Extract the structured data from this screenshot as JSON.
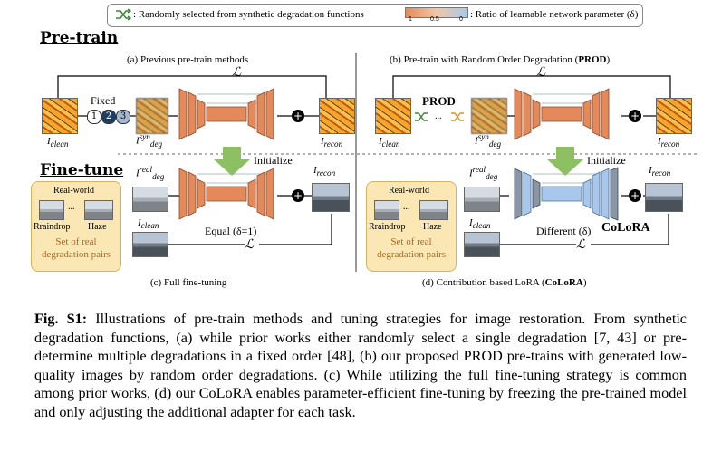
{
  "sections": {
    "pretrain": "Pre-train",
    "finetune": "Fine-tune"
  },
  "legend": {
    "shuffle_text": ": Randomly selected from synthetic degradation functions",
    "bar_text": ": Ratio of learnable network parameter (δ)",
    "ticks": [
      "1",
      "0.5",
      "0"
    ]
  },
  "panels": {
    "a": "(a) Previous pre-train methods",
    "b_prefix": "(b) Pre-train with Random Order Degradation (",
    "b_bold": "PROD",
    "b_suffix": ")",
    "c": "(c) Full fine-tuning",
    "d_prefix": "(d) Contribution based LoRA (",
    "d_bold": "CoLoRA",
    "d_suffix": ")"
  },
  "labels": {
    "clean": "I",
    "clean_sub": "clean",
    "deg": "I",
    "syn": "syn",
    "deg_sub": "deg",
    "real": "real",
    "recon": "I",
    "recon_sub": "recon",
    "loss": "ℒ",
    "fixed": "Fixed",
    "steps": [
      "1",
      "2",
      "3"
    ],
    "prod": "PROD",
    "initialize": "Initialize",
    "equal": "Equal (δ=1)",
    "different": "Different (δ)",
    "colora": "CoLoRA",
    "realworld": "Real-world",
    "raindrop": "Rraindrop",
    "haze": "Haze",
    "dots": "...",
    "set_line1": "Set of real",
    "set_line2": "degradation pairs"
  },
  "colors": {
    "orange": "#e48a5a",
    "blue": "#a7c8ec",
    "arrow_green": "#8cc063",
    "box": "#fbe7b4"
  },
  "caption": {
    "label": "Fig. S1:",
    "text": " Illustrations of pre-train methods and tuning strategies for image restoration. From synthetic degradation functions, (a) while prior works either randomly select a single degradation [7, 43] or pre-determine multiple degradations in a fixed order [48], (b) our proposed PROD pre-trains with generated low-quality images by random order degradations. (c) While utilizing the full fine-tuning strategy is common among prior works, (d) our CoLoRA enables parameter-efficient fine-tuning by freezing the pre-trained model and only adjusting the additional adapter for each task."
  }
}
